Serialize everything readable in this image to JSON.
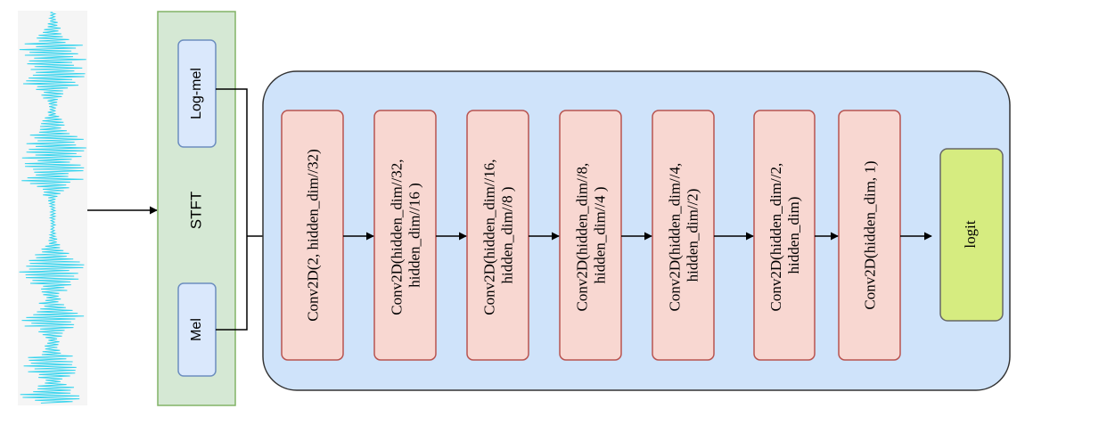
{
  "stft": {
    "label": "STFT"
  },
  "features": [
    {
      "label": "Log-mel"
    },
    {
      "label": "Mel"
    }
  ],
  "conv_blocks": [
    {
      "lines": [
        "Conv2D(2, hidden_dim//32)"
      ]
    },
    {
      "lines": [
        "Conv2D(hidden_dim//32,",
        "hidden_dim//16 )"
      ]
    },
    {
      "lines": [
        "Conv2D(hidden_dim//16,",
        "hidden_dim//8 )"
      ]
    },
    {
      "lines": [
        "Conv2D(hidden_dim//8,",
        "hidden_dim//4 )"
      ]
    },
    {
      "lines": [
        "Conv2D(hidden_dim//4,",
        "hidden_dim//2)"
      ]
    },
    {
      "lines": [
        "Conv2D(hidden_dim//2,",
        "hidden_dim)"
      ]
    },
    {
      "lines": [
        "Conv2D(hidden_dim, 1)"
      ]
    }
  ],
  "output": {
    "label": "logit"
  },
  "colors": {
    "waveform": "#36d4ee",
    "waveform_bg": "#f5f5f5",
    "stft_fill": "#d5e8d4",
    "stft_stroke": "#82b366",
    "feature_fill": "#dae8fc",
    "feature_stroke": "#6c8ebf",
    "container_fill": "#cfe3fa",
    "container_stroke": "#333333",
    "conv_fill": "#f8d7d1",
    "conv_stroke": "#b85450",
    "logit_fill": "#d6ec80",
    "logit_stroke": "#666666"
  }
}
